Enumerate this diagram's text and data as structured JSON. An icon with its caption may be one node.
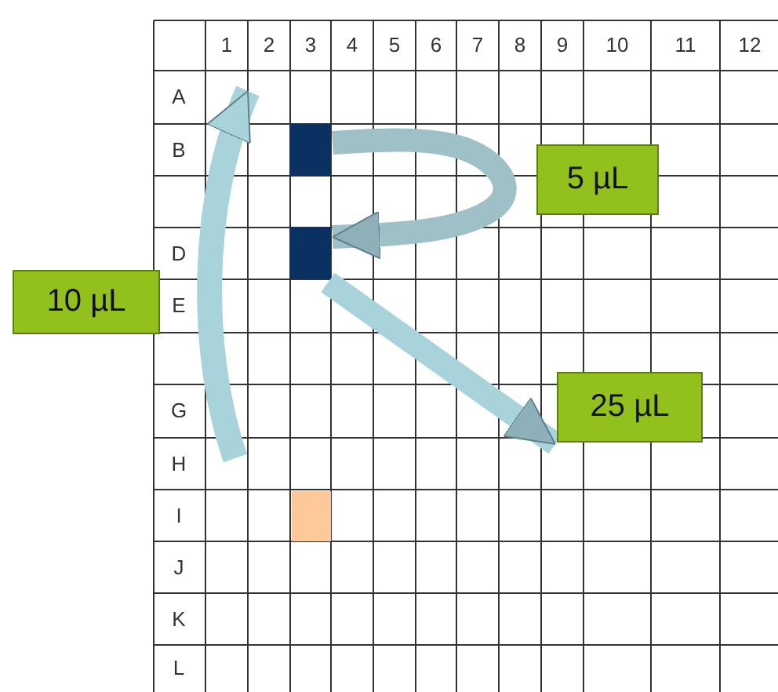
{
  "diagram": {
    "nodes": [
      {
        "text": [],
        "shape": "box"
      },
      {
        "text": [
          "5 µL"
        ]
      },
      {
        "text": [],
        "shape": "box"
      },
      {
        "text": [
          "10 µL"
        ]
      },
      {
        "text": [
          "25 µL"
        ]
      },
      {
        "text": [],
        "shape": "box"
      }
    ],
    "edges": [
      {
        "from": 0,
        "to": 2,
        "arrow": "to"
      },
      {
        "from": 2,
        "to": 4,
        "arrow": "to"
      }
    ],
    "labels": [
      "1",
      "2",
      "3",
      "4",
      "5",
      "6",
      "7",
      "8",
      "9",
      "10",
      "11",
      "12",
      "A",
      "B",
      "D",
      "E",
      "G",
      "H",
      "I",
      "J",
      "K",
      "L"
    ]
  }
}
